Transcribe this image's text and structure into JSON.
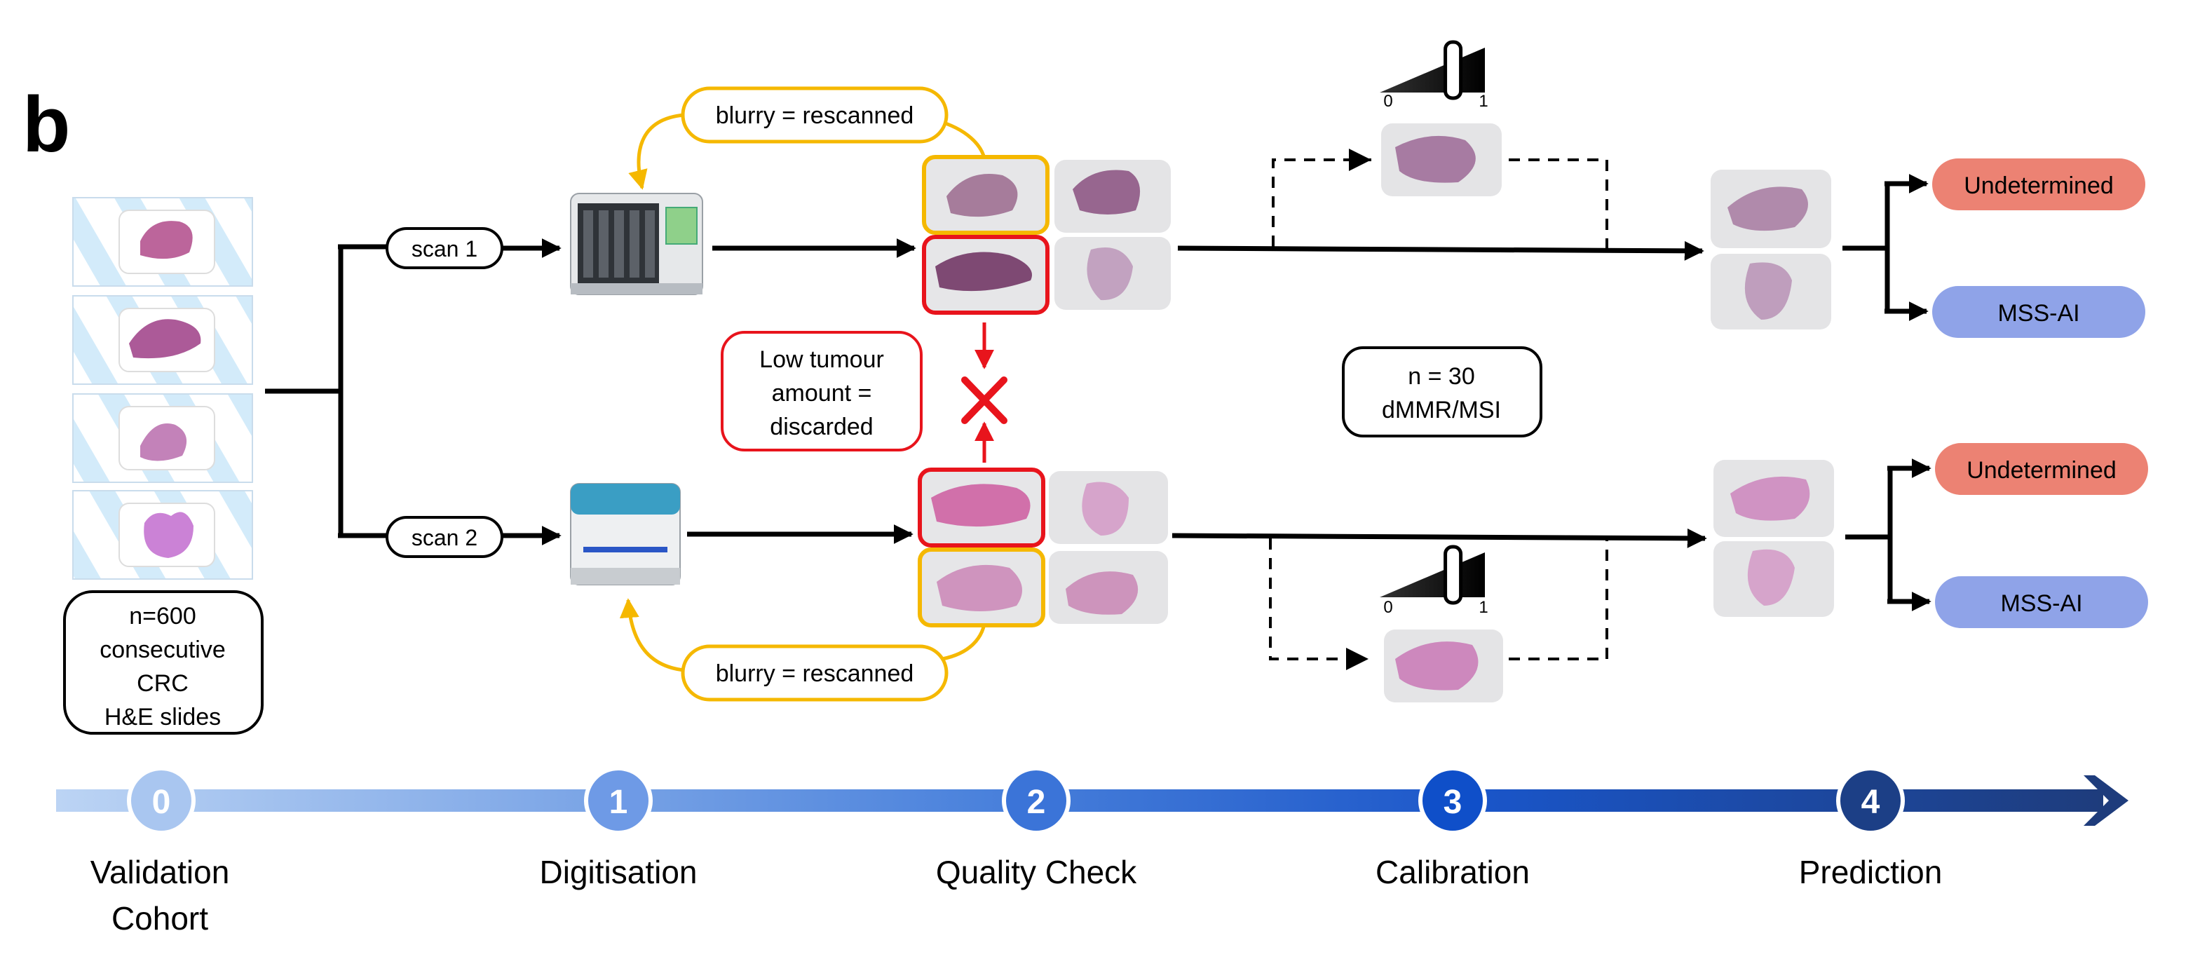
{
  "panel_label": "b",
  "cohort": {
    "lines": [
      "n=600",
      "consecutive",
      "CRC",
      "H&E slides"
    ]
  },
  "scan1": {
    "label": "scan 1"
  },
  "scan2": {
    "label": "scan 2"
  },
  "qc": {
    "blurry_top": "blurry = rescanned",
    "blurry_bottom": "blurry = rescanned",
    "low_tumour": [
      "Low tumour",
      "amount =",
      "discarded"
    ]
  },
  "calibration": {
    "n_box": [
      "n = 30",
      "dMMR/MSI"
    ],
    "slider_top": {
      "min": "0",
      "max": "1",
      "level": 0.75
    },
    "slider_bottom": {
      "min": "0",
      "max": "1",
      "level": 0.75
    }
  },
  "prediction": {
    "top": [
      "Undetermined",
      "MSS-AI"
    ],
    "bottom": [
      "Undetermined",
      "MSS-AI"
    ]
  },
  "colors": {
    "yellow": "#f5b800",
    "red": "#e8141c",
    "undetermined": "#ec8273",
    "mss_ai": "#8fa3e8"
  },
  "timeline": {
    "steps": [
      {
        "num": "0",
        "label": [
          "Validation",
          "Cohort"
        ],
        "color": "#a9c6f0"
      },
      {
        "num": "1",
        "label": [
          "Digitisation"
        ],
        "color": "#6e9ae6"
      },
      {
        "num": "2",
        "label": [
          "Quality Check"
        ],
        "color": "#3b74d8"
      },
      {
        "num": "3",
        "label": [
          "Calibration"
        ],
        "color": "#0f4fc9"
      },
      {
        "num": "4",
        "label": [
          "Prediction"
        ],
        "color": "#1c3f86"
      }
    ]
  }
}
